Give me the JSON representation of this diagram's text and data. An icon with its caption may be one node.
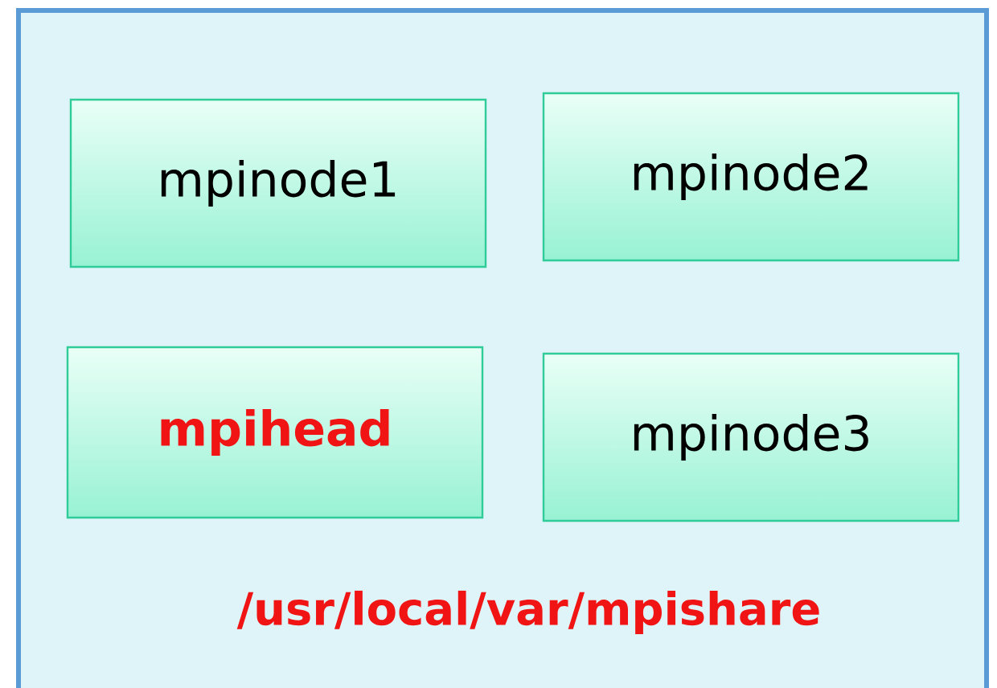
{
  "diagram": {
    "nodes": [
      {
        "text": [
          "/usr/local/var/mpishare"
        ]
      },
      {
        "text": [
          "mpinode1"
        ],
        "in": 0
      },
      {
        "text": [
          "mpinode2"
        ],
        "in": 0
      },
      {
        "text": [
          "mpihead"
        ],
        "in": 0
      },
      {
        "text": [
          "mpinode3"
        ],
        "in": 0
      }
    ]
  }
}
